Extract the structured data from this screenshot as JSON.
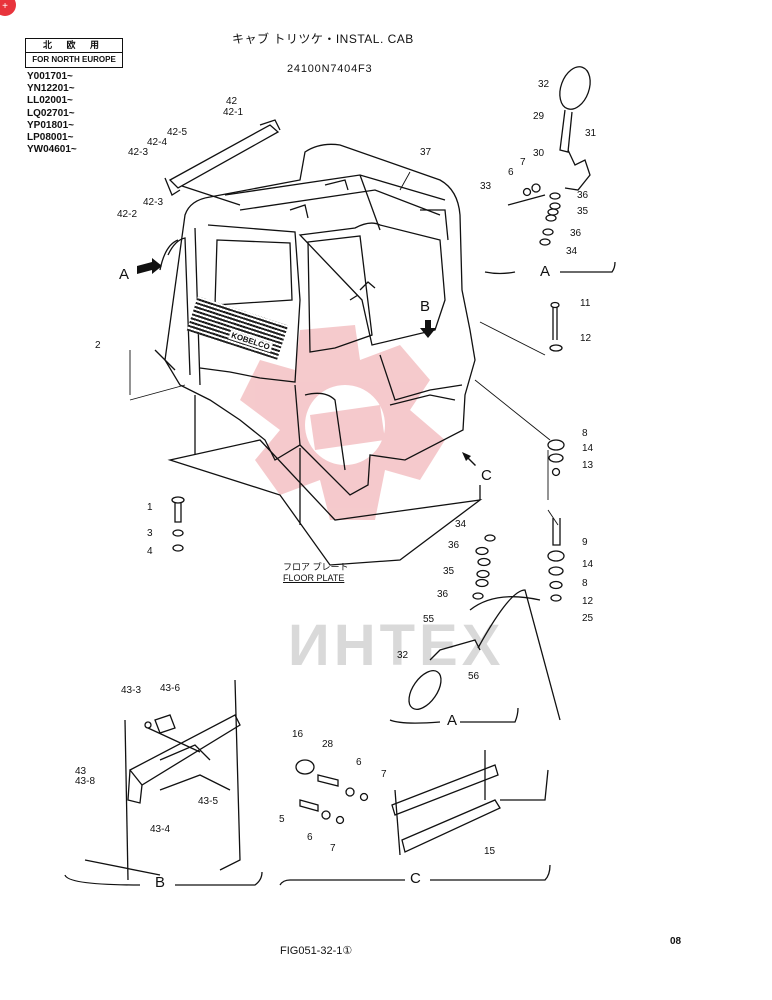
{
  "header": {
    "region_jp": "北 欧 用",
    "region_en": "FOR NORTH EUROPE",
    "serials": [
      "Y001701~",
      "YN12201~",
      "LL02001~",
      "LQ02701~",
      "YP01801~",
      "LP08001~",
      "YW04601~"
    ],
    "title": "キャブ トリツケ・INSTAL. CAB",
    "part_number": "24100N7404F3"
  },
  "footer": {
    "figure_code": "FIG051-32-1①",
    "page": "08"
  },
  "badge": "+",
  "watermark": "ИНТЕХ",
  "brand_plate": "KOBELCO",
  "floor_plate": {
    "jp": "フロア プレート",
    "en": "FLOOR PLATE"
  },
  "view_labels": {
    "A": "A",
    "B": "B",
    "C": "C"
  },
  "callouts": {
    "c42": "42",
    "c42_1": "42-1",
    "c42_5": "42-5",
    "c42_4": "42-4",
    "c42_3a": "42-3",
    "c42_3b": "42-3",
    "c42_2": "42-2",
    "c37": "37",
    "c2": "2",
    "c1": "1",
    "c3": "3",
    "c4": "4",
    "c32a": "32",
    "c29": "29",
    "c31": "31",
    "c30": "30",
    "c7a": "7",
    "c6a": "6",
    "c33": "33",
    "c36a": "36",
    "c35a": "35",
    "c36b": "36",
    "c34a": "34",
    "c11": "11",
    "c12a": "12",
    "c8a": "8",
    "c14a": "14",
    "c13": "13",
    "c9": "9",
    "c14b": "14",
    "c8b": "8",
    "c12b": "12",
    "c25": "25",
    "c34b": "34",
    "c36c": "36",
    "c35b": "35",
    "c36d": "36",
    "c55": "55",
    "c32b": "32",
    "c56": "56",
    "c43_3": "43-3",
    "c43_6": "43-6",
    "c43": "43",
    "c43_8": "43-8",
    "c43_5": "43-5",
    "c43_4": "43-4",
    "c16": "16",
    "c28": "28",
    "c6b": "6",
    "c7b": "7",
    "c5": "5",
    "c6c": "6",
    "c7c": "7",
    "c15": "15"
  }
}
